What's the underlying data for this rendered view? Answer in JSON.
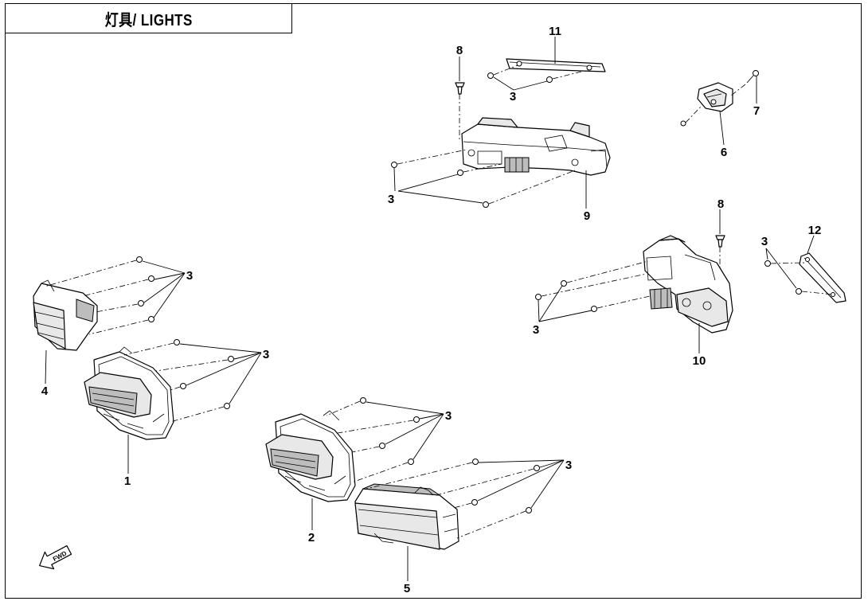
{
  "title": "灯具/ LIGHTS",
  "fwd_label": "FWD",
  "callouts": {
    "c1": "1",
    "c2": "2",
    "c3_a": "3",
    "c3_b": "3",
    "c3_c": "3",
    "c3_d": "3",
    "c3_e": "3",
    "c3_f": "3",
    "c3_g": "3",
    "c4": "4",
    "c5": "5",
    "c6": "6",
    "c7": "7",
    "c8_a": "8",
    "c8_b": "8",
    "c9": "9",
    "c10": "10",
    "c11": "11",
    "c12": "12"
  }
}
